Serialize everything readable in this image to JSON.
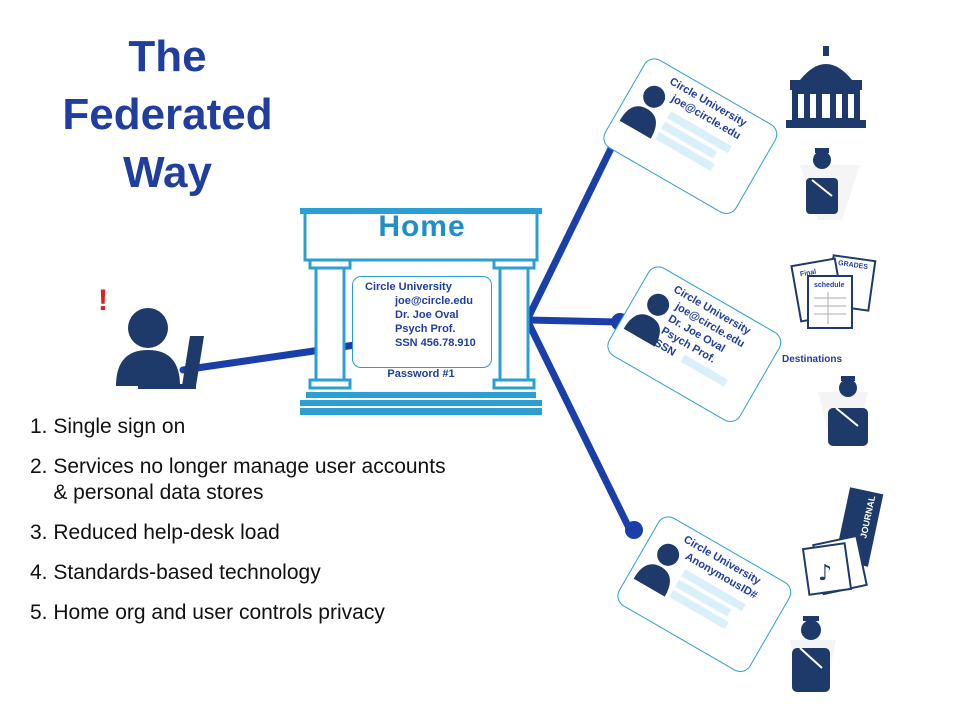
{
  "title": {
    "line1": "The",
    "line2": "Federated",
    "line3": "Way"
  },
  "alert_mark": "!",
  "home": {
    "label": "Home",
    "card": {
      "org": "Circle University",
      "email": "joe@circle.edu",
      "name": "Dr. Joe Oval",
      "role": "Psych Prof.",
      "ssn": "SSN 456.78.910"
    },
    "password": "Password #1"
  },
  "services": [
    {
      "lines": [
        "Circle University",
        "joe@circle.edu"
      ]
    },
    {
      "lines": [
        "Circle University",
        "joe@circle.edu",
        "Dr. Joe Oval",
        "Psych Prof.",
        "SSN"
      ]
    },
    {
      "lines": [
        "Circle University",
        "Anonymous",
        "ID#"
      ]
    }
  ],
  "destinations": {
    "label": "Destinations",
    "doc_labels": {
      "grades": "GRADES",
      "schedule": "schedule",
      "final": "Final",
      "journal": "JOURNAL"
    }
  },
  "points": [
    "1. Single sign on",
    "2. Services no longer manage user accounts",
    "    & personal data stores",
    "3. Reduced help-desk load",
    "4. Standards-based technology",
    "5. Home org and user controls privacy"
  ],
  "colors": {
    "title": "#1f3e9e",
    "line": "#1a3fa8",
    "home_blue": "#2b9fd4",
    "icon_dark": "#1e3a6b",
    "alert": "#e02020"
  }
}
